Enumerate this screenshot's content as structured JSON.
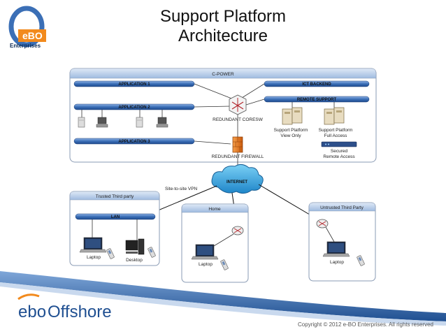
{
  "header": {
    "title_line1": "Support Platform",
    "title_line2": "Architecture",
    "logo_text": "Enterprises",
    "logo_letters": "eBO"
  },
  "diagram": {
    "cpower": {
      "title": "C-POWER",
      "application1": "APPLICATION 1",
      "application2": "APPLICATION 2",
      "application3": "APPLICATION 3",
      "ict_backend": "ICT BACKEND",
      "remote_support": "REMOTE SUPPORT",
      "core_switch": "REDUNDANT CORESW",
      "firewall": "REDUNDANT FIREWALL",
      "sp_view_only_1": "Support Platform",
      "sp_view_only_2": "View Only",
      "sp_full_access_1": "Support Platform",
      "sp_full_access_2": "Full Access",
      "secured_1": "Secured",
      "secured_2": "Remote Access"
    },
    "internet": "INTERNET",
    "vpn": "Site-to-site VPN",
    "trusted": {
      "title": "Trusted Third party",
      "lan": "LAN",
      "laptop": "Laptop",
      "desktop": "Desktop"
    },
    "home": {
      "title": "Home",
      "laptop": "Laptop"
    },
    "untrusted": {
      "title": "Untrusted Third Party",
      "laptop": "Laptop"
    }
  },
  "footer": {
    "brand_ebo": "ebo",
    "brand_offshore": "Offshore",
    "copyright": "Copyright © 2012 e-BO Enterprises. All rights reserved"
  },
  "colors": {
    "bar_blue": "#3b6fb6",
    "footer_blue": "#1f4f91",
    "orange": "#f28a1d"
  }
}
